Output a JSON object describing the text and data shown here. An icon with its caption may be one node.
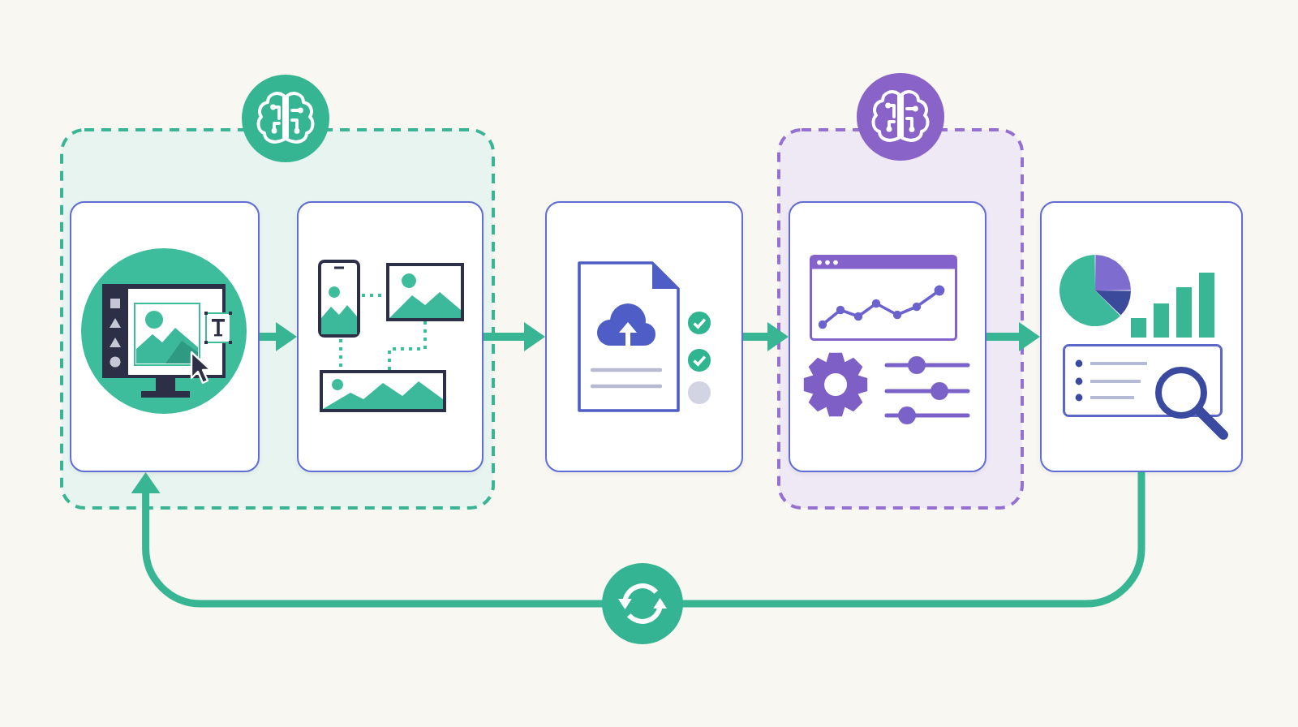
{
  "diagram": {
    "nodes": [
      {
        "text": [],
        "shape": "box"
      },
      {
        "text": [],
        "shape": "box",
        "in": 0
      },
      {
        "text": [],
        "shape": "box",
        "in": 0
      },
      {
        "text": [],
        "shape": "box"
      },
      {
        "text": [],
        "shape": "box"
      },
      {
        "text": [],
        "shape": "box",
        "in": 4
      },
      {
        "text": [],
        "shape": "box"
      }
    ],
    "edges": [
      {
        "from": 1,
        "to": 2,
        "arrow": "to"
      },
      {
        "from": 2,
        "to": 3,
        "arrow": "to"
      },
      {
        "from": 3,
        "to": 5,
        "arrow": "to"
      },
      {
        "from": 5,
        "to": 6,
        "arrow": "to"
      },
      {
        "from": 6,
        "to": 1,
        "arrow": "to"
      }
    ]
  }
}
